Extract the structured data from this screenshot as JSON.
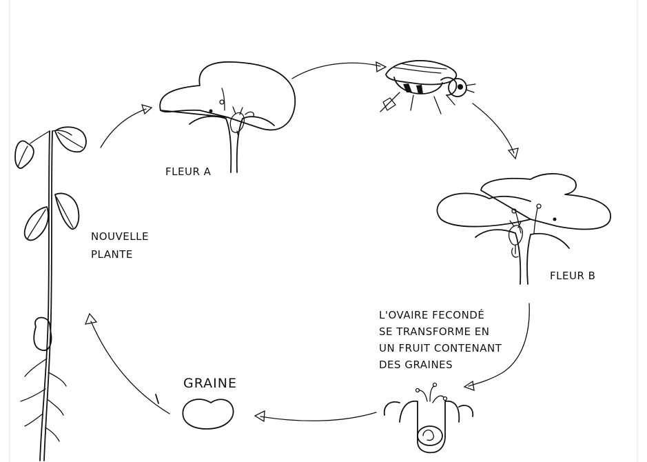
{
  "labels": {
    "flower_a": "FLEUR A",
    "flower_b": "FLEUR B",
    "new_plant_line1": "NOUVELLE",
    "new_plant_line2": "PLANTE",
    "seed": "GRAINE",
    "ovary_line1": "L'OVAIRE FECONDÉ",
    "ovary_line2": "SE TRANSFORME EN",
    "ovary_line3": "UN FRUIT CONTENANT",
    "ovary_line4": "DES GRAINES"
  }
}
